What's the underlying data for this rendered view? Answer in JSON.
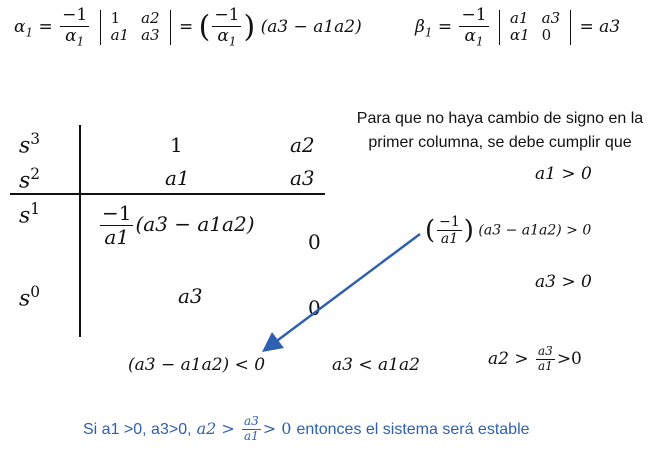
{
  "top": {
    "alpha1_lhs": "α",
    "alpha1_sub": "1",
    "minus_one": "−1",
    "alpha_denom": "α",
    "alpha_denom_sub": "1",
    "det1": [
      [
        "1",
        "a2"
      ],
      [
        "a1",
        "a3"
      ]
    ],
    "eq_sign": "=",
    "result_factor": "(a3 − a1a2)",
    "beta1_lhs": "β",
    "beta1_sub": "1",
    "det2": [
      [
        "a1",
        "a3"
      ],
      [
        "α1",
        "0"
      ]
    ],
    "beta_result": "= a3"
  },
  "note": {
    "line1": "Para que no haya cambio de signo en la",
    "line2": "primer columna, se debe cumplir que"
  },
  "routh_table": {
    "rows": [
      {
        "power": "s",
        "exp": "3",
        "col1": "1",
        "col2": "a2"
      },
      {
        "power": "s",
        "exp": "2",
        "col1": "a1",
        "col2": "a3"
      },
      {
        "power": "s",
        "exp": "1",
        "col1_num": "−1",
        "col1_den": "a1",
        "col1_tail": "(a3 − a1a2)",
        "col2": "0"
      },
      {
        "power": "s",
        "exp": "0",
        "col1": "a3",
        "col2": "0"
      }
    ]
  },
  "conditions": {
    "c1": "a1 > 0",
    "c2_num": "−1",
    "c2_den": "a1",
    "c2_tail": "(a3 − a1a2) > 0",
    "c3": "a3 > 0"
  },
  "bottom_row": {
    "b1": "(a3 − a1a2) < 0",
    "b2": "a3 < a1a2",
    "b3_left": "a2 >",
    "b3_num": "a3",
    "b3_den": "a1",
    "b3_right": ">0"
  },
  "conclusion": {
    "prefix": "Si a1 >0,   a3>0,",
    "ineq_left": "a2 >",
    "ineq_num": "a3",
    "ineq_den": "a1",
    "ineq_right": "> 0",
    "suffix": "entonces el sistema será estable"
  },
  "colors": {
    "text": "#111111",
    "arrow": "#2e5fb0",
    "conclusion": "#2e5fb0"
  }
}
